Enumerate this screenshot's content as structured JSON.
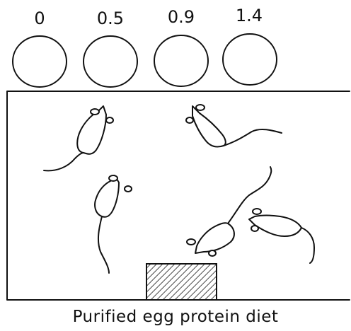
{
  "dishes": [
    {
      "label": "0"
    },
    {
      "label": "0.5"
    },
    {
      "label": "0.9"
    },
    {
      "label": "1.4"
    }
  ],
  "caption": "Purified egg protein diet"
}
